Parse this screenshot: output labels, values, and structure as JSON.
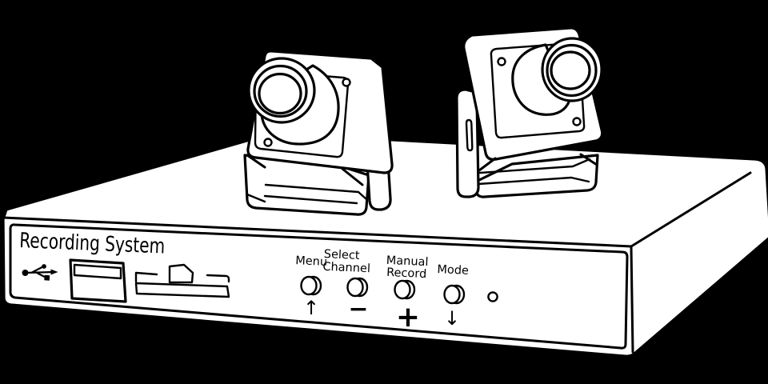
{
  "scene": {
    "background_color": "#000000",
    "line_color": "#000000",
    "surface_color": "#ffffff",
    "objects": [
      "recorder-unit",
      "mini-camera-left",
      "mini-camera-right"
    ]
  },
  "front_panel": {
    "title": "Recording System",
    "buttons": [
      {
        "line1": "Menu",
        "line2": "",
        "symbol": "↑"
      },
      {
        "line1": "Select",
        "line2": "Channel",
        "symbol": "−"
      },
      {
        "line1": "Manual",
        "line2": "Record",
        "symbol": "+"
      },
      {
        "line1": "Mode",
        "line2": "",
        "symbol": "↓"
      }
    ],
    "icons": {
      "usb": "usb-icon",
      "usb_port": "usb-port",
      "drive_bay": "disc-tray-icon",
      "indicator": "power-led"
    }
  }
}
